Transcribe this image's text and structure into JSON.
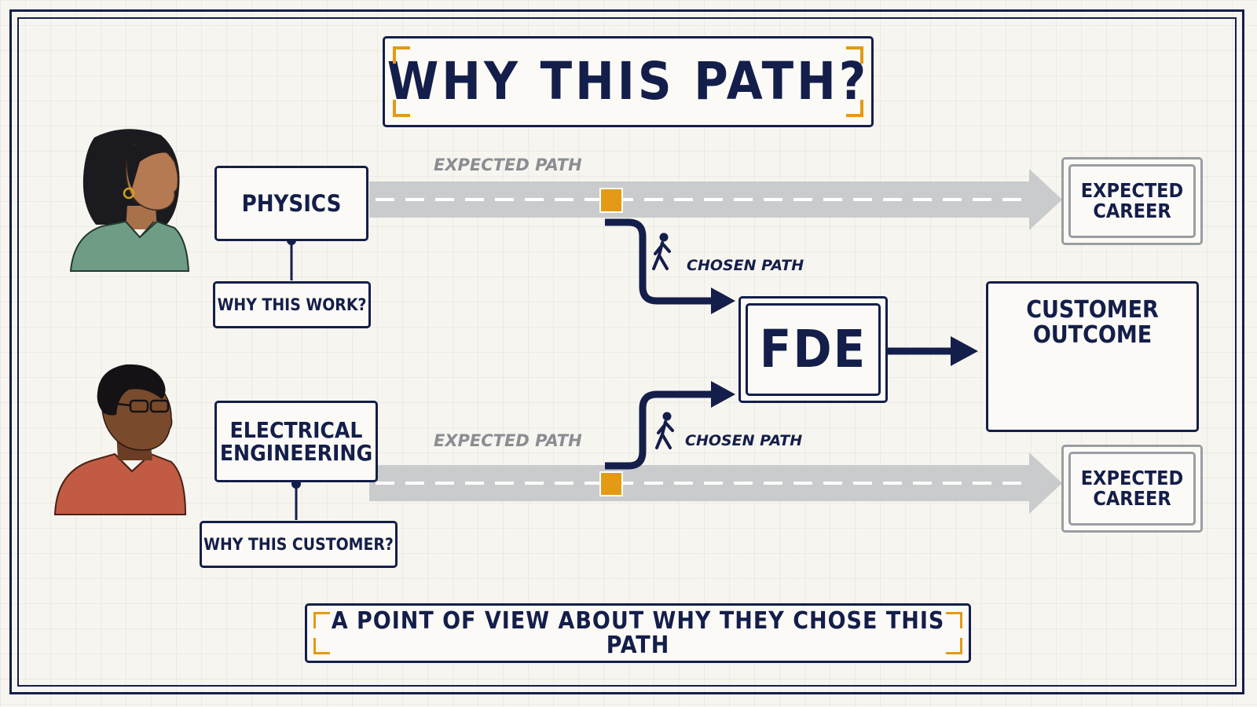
{
  "title": "WHY THIS PATH?",
  "people": [
    {
      "discipline": "PHYSICS",
      "question": "WHY THIS WORK?",
      "avatar": "woman-profile"
    },
    {
      "discipline_line1": "ELECTRICAL",
      "discipline_line2": "ENGINEERING",
      "question": "WHY THIS CUSTOMER?",
      "avatar": "man-profile-glasses"
    }
  ],
  "expected_path_label": "EXPECTED PATH",
  "chosen_path_label": "CHOSEN PATH",
  "expected_career": {
    "line1": "EXPECTED",
    "line2": "CAREER"
  },
  "center_node": "FDE",
  "customer_outcome": {
    "line1": "CUSTOMER",
    "line2": "OUTCOME"
  },
  "footer": "A POINT OF VIEW ABOUT WHY THEY CHOSE THIS PATH",
  "icons": [
    "walking-person-icon",
    "network-nodes-icon"
  ],
  "colors": {
    "navy": "#141e4a",
    "accent_orange": "#e39a15",
    "path_gray": "#c9cbcd",
    "node_green": "#9bc5ad",
    "woman_shirt": "#6f9c85",
    "man_shirt": "#c25b43"
  }
}
